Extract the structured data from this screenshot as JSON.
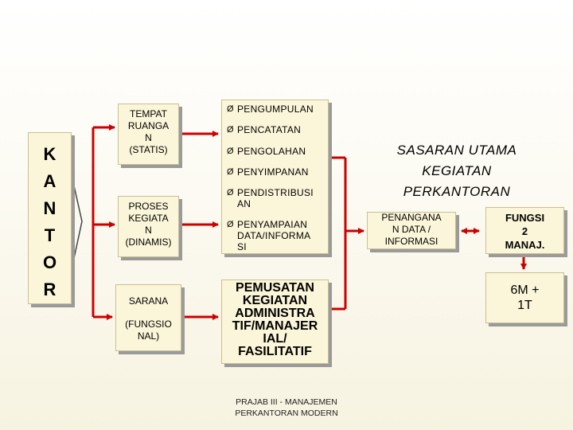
{
  "kantor": {
    "letters": [
      "K",
      "A",
      "N",
      "T",
      "O",
      "R"
    ]
  },
  "tempat": {
    "text": "TEMPAT\nRUANGA\nN\n(STATIS)"
  },
  "proses": {
    "text": "PROSES\nKEGIATA\nN\n(DINAMIS)"
  },
  "sarana": {
    "title": "SARANA",
    "sub": "(FUNGSIO\nNAL)"
  },
  "list": {
    "bullet": "Ø",
    "items": [
      "PENGUMPULAN",
      "PENCATATAN",
      "PENGOLAHAN",
      "PENYIMPANAN",
      "PENDISTRIBUSI\nAN",
      "PENYAMPAIAN\nDATA/INFORMA\nSI"
    ]
  },
  "pemusatan": {
    "text": "PEMUSATAN\nKEGIATAN\nADMINISTRA\nTIF/MANAJER\nIAL/\nFASILITATIF"
  },
  "sasaran": {
    "text": "SASARAN UTAMA\nKEGIATAN\nPERKANTORAN"
  },
  "penanganan": {
    "text": "PENANGANA\nN DATA /\nINFORMASI"
  },
  "fungsi": {
    "text": "FUNGSI\n2\nMANAJ."
  },
  "sixm": {
    "text": "6M +\n1T"
  },
  "footer": {
    "text": "PRAJAB III - MANAJEMEN\nPERKANTORAN MODERN"
  },
  "colors": {
    "connector": "#cc0000",
    "box_fill": "#fbf6d9",
    "shadow": "#9a9a9a"
  }
}
